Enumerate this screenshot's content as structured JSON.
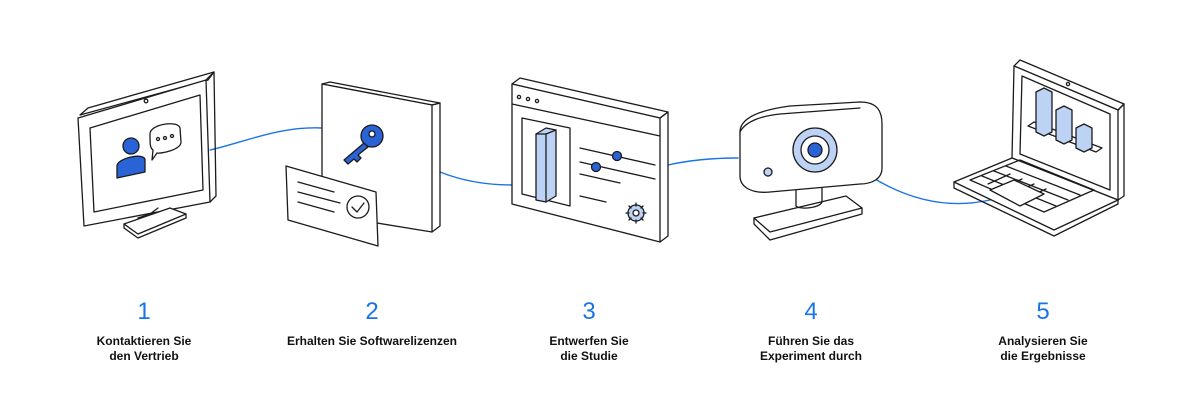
{
  "colors": {
    "accent": "#1a73e8",
    "fill_blue": "#2a63d6",
    "fill_light": "#bcd3f5",
    "outline": "#1b1b1b"
  },
  "steps": [
    {
      "number": "1",
      "label": "Kontaktieren Sie\nden Vertrieb",
      "icon": "monitor-contact-icon"
    },
    {
      "number": "2",
      "label": "Erhalten Sie Softwarelizenzen",
      "icon": "license-key-icon"
    },
    {
      "number": "3",
      "label": "Entwerfen Sie\ndie Studie",
      "icon": "design-window-icon"
    },
    {
      "number": "4",
      "label": "Führen Sie das\nExperiment durch",
      "icon": "webcam-icon"
    },
    {
      "number": "5",
      "label": "Analysieren Sie\ndie Ergebnisse",
      "icon": "laptop-chart-icon"
    }
  ]
}
